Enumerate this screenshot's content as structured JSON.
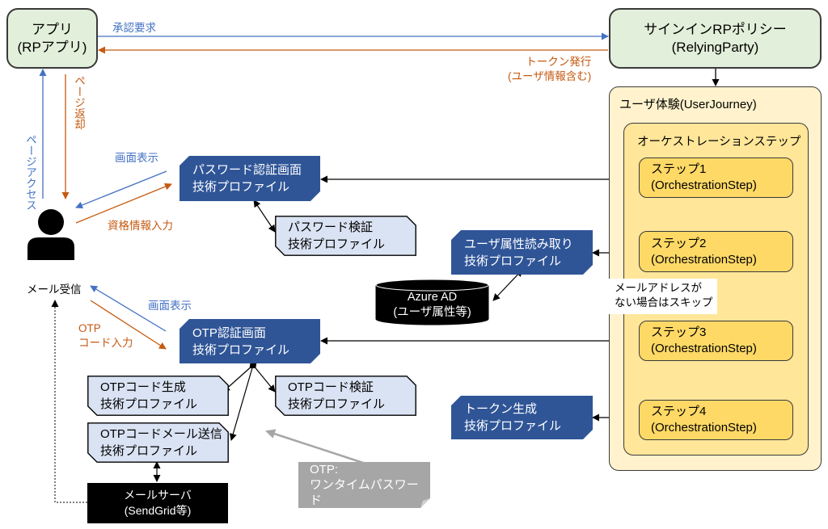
{
  "app": {
    "line1": "アプリ",
    "line2": "(RPアプリ)"
  },
  "signin_policy": {
    "line1": "サインインRPポリシー",
    "line2": "(RelyingParty)"
  },
  "user_journey": {
    "title": "ユーザ体験(UserJourney)"
  },
  "orchestration": {
    "title": "オーケストレーションステップ"
  },
  "steps": [
    {
      "line1": "ステップ1",
      "line2": "(OrchestrationStep)"
    },
    {
      "line1": "ステップ2",
      "line2": "(OrchestrationStep)"
    },
    {
      "line1": "ステップ3",
      "line2": "(OrchestrationStep)"
    },
    {
      "line1": "ステップ4",
      "line2": "(OrchestrationStep)"
    }
  ],
  "profiles": {
    "password_screen": {
      "line1": "パスワード認証画面",
      "line2": "技術プロファイル"
    },
    "password_verify": {
      "line1": "パスワード検証",
      "line2": "技術プロファイル"
    },
    "user_attr_read": {
      "line1": "ユーザ属性読み取り",
      "line2": "技術プロファイル"
    },
    "otp_screen": {
      "line1": "OTP認証画面",
      "line2": "技術プロファイル"
    },
    "otp_generate": {
      "line1": "OTPコード生成",
      "line2": "技術プロファイル"
    },
    "otp_verify": {
      "line1": "OTPコード検証",
      "line2": "技術プロファイル"
    },
    "otp_mail_send": {
      "line1": "OTPコードメール送信",
      "line2": "技術プロファイル"
    },
    "token_generate": {
      "line1": "トークン生成",
      "line2": "技術プロファイル"
    }
  },
  "azure_ad": {
    "line1": "Azure AD",
    "line2": "(ユーザ属性等)"
  },
  "mail_server": {
    "line1": "メールサーバ",
    "line2": "(SendGrid等)"
  },
  "otp_note": {
    "line1": "OTP:",
    "line2": "ワンタイムパスワード"
  },
  "skip_note": {
    "line1": "メールアドレスが",
    "line2": "ない場合はスキップ"
  },
  "labels": {
    "approval_request": "承認要求",
    "token_issue_1": "トークン発行",
    "token_issue_2": "(ユーザ情報含む)",
    "page_access": "ページアクセス",
    "page_return": "ページ返却",
    "screen_display_1": "画面表示",
    "credential_input": "資格情報入力",
    "mail_receive": "メール受信",
    "screen_display_2": "画面表示",
    "otp_code_input_1": "OTP",
    "otp_code_input_2": "コード入力"
  },
  "colors": {
    "blue": "#4472c4",
    "orange": "#c55a11",
    "dark_blue": "#2f5597",
    "light_blue": "#dae3f3",
    "green": "#e2efda",
    "yellow": "#ffd966"
  }
}
